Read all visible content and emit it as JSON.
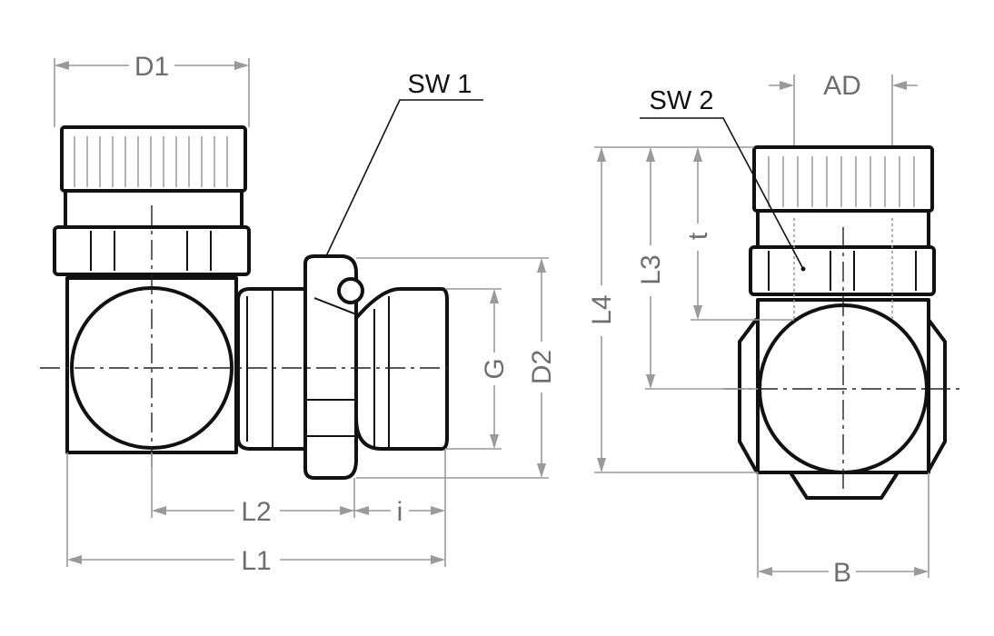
{
  "labels": {
    "d1": "D1",
    "sw1": "SW 1",
    "sw2": "SW 2",
    "ad": "AD",
    "g": "G",
    "d2": "D2",
    "l1": "L1",
    "l2": "L2",
    "i": "i",
    "l3": "L3",
    "l4": "L4",
    "t": "t",
    "b": "B"
  }
}
